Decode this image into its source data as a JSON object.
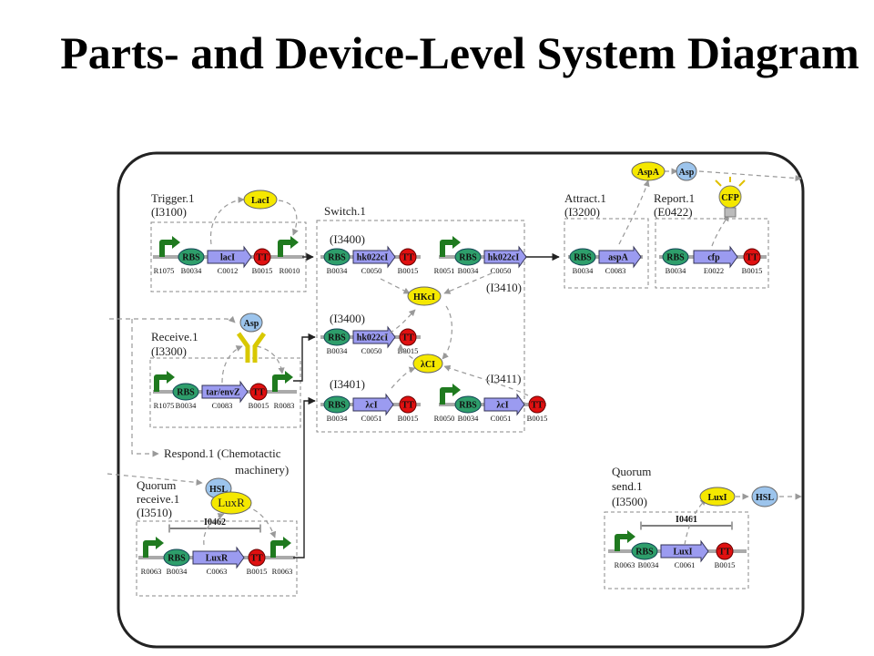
{
  "title": "Parts- and Device-Level System Diagram",
  "modules": [
    {
      "name": "Trigger.1",
      "id": "(I3100)"
    },
    {
      "name": "Switch.1",
      "id": ""
    },
    {
      "name": "Attract.1",
      "id": "(I3200)"
    },
    {
      "name": "Report.1",
      "id": "(E0422)"
    },
    {
      "name": "Receive.1",
      "id": "(I3300)"
    },
    {
      "name": "Quorum receive.1",
      "id": "(I3510)"
    },
    {
      "name": "Quorum send.1",
      "id": "(I3500)"
    }
  ],
  "labels": {
    "switch_name": "Switch.1",
    "trigger_name": "Trigger.1",
    "trigger_id": "(I3100)",
    "attract_name": "Attract.1",
    "attract_id": "(I3200)",
    "report_name": "Report.1",
    "report_id": "(E0422)",
    "receive_name": "Receive.1",
    "receive_id": "(I3300)",
    "respond": "Respond.1 (Chemotactic",
    "respond2": "machinery)",
    "qr_line1": "Quorum",
    "qr_line2": "receive.1",
    "qr_id": "(I3510)",
    "qs_line1": "Quorum",
    "qs_line2": "send.1",
    "qs_id": "(I3500)",
    "sub_i3400a": "(I3400)",
    "sub_i3400b": "(I3400)",
    "sub_i3401": "(I3401)",
    "sub_i3410": "(I3410)",
    "sub_i3411": "(I3411)",
    "span_i0462": "I0462",
    "span_i0461": "I0461"
  },
  "molecules": {
    "laci": "LacI",
    "hkci": "HKcI",
    "lci": "λCI",
    "aspa": "AspA",
    "asp": "Asp",
    "asp_receptor": "Asp",
    "cfp": "CFP",
    "hsl_in": "HSL",
    "luxr": "LuxR",
    "luxi": "LuxI",
    "hsl_out": "HSL"
  },
  "parts": {
    "trigger": {
      "rbs": "RBS",
      "gene": "lacI",
      "tt": "TT",
      "codes": [
        "R1075",
        "B0034",
        "C0012",
        "B0015",
        "R0010"
      ]
    },
    "switch_a": {
      "rbs": "RBS",
      "gene": "hk022cI",
      "tt": "TT",
      "codes": [
        "B0034",
        "C0050",
        "B0015"
      ]
    },
    "switch_b": {
      "rbs": "RBS",
      "gene": "hk022cI",
      "codes": [
        "R0051",
        "B0034",
        "C0050"
      ]
    },
    "switch_c": {
      "rbs": "RBS",
      "gene": "hk022cI",
      "tt": "TT",
      "codes": [
        "B0034",
        "C0050",
        "B0015"
      ]
    },
    "switch_d": {
      "rbs": "RBS",
      "gene": "λcI",
      "tt": "TT",
      "codes": [
        "B0034",
        "C0051",
        "B0015"
      ]
    },
    "switch_e": {
      "rbs": "RBS",
      "gene": "λcI",
      "tt": "TT",
      "codes": [
        "R0050",
        "B0034",
        "C0051",
        "B0015"
      ]
    },
    "attract": {
      "rbs": "RBS",
      "gene": "aspA",
      "codes": [
        "B0034",
        "C0083"
      ]
    },
    "report": {
      "rbs": "RBS",
      "gene": "cfp",
      "tt": "TT",
      "codes": [
        "B0034",
        "E0022",
        "B0015"
      ]
    },
    "receive": {
      "rbs": "RBS",
      "gene": "tar/envZ",
      "tt": "TT",
      "codes": [
        "R1075",
        "B0034",
        "C0083",
        "B0015",
        "R0083"
      ]
    },
    "qreceive": {
      "rbs": "RBS",
      "gene": "LuxR",
      "tt": "TT",
      "codes": [
        "R0063",
        "B0034",
        "C0063",
        "B0015",
        "R0063"
      ]
    },
    "qsend": {
      "rbs": "RBS",
      "gene": "LuxI",
      "tt": "TT",
      "codes": [
        "R0063",
        "B0034",
        "C0061",
        "B0015"
      ]
    }
  },
  "colors": {
    "rbs": "#2e9e6b",
    "gene": "#9b9bf0",
    "tt": "#e01010",
    "promoter": "#1f7a1f",
    "molecule_yellow": "#f5e800",
    "molecule_blue": "#9cc4ec"
  }
}
